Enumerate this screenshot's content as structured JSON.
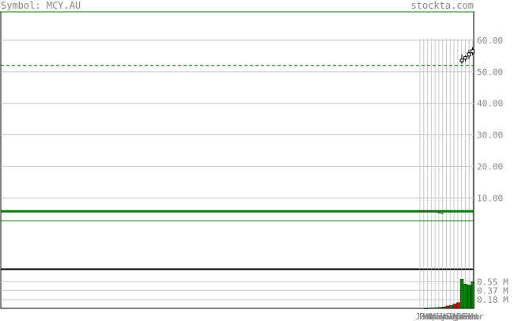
{
  "header": {
    "symbol_text": "Symbol: MCY.AU",
    "site_text": "stockta.com"
  },
  "colors": {
    "frame": "#000000",
    "grid": "#c8c8c8",
    "dashed_line": "#006600",
    "price_band": "#008000",
    "volume_up": "#008000",
    "volume_down": "#cc0000",
    "label": "#888888"
  },
  "chart_data": [
    {
      "type": "candlestick",
      "title": "",
      "y_ticks": [
        10,
        20,
        30,
        40,
        50,
        60
      ],
      "y_tick_labels": [
        "10.00",
        "20.00",
        "30.00",
        "40.00",
        "50.00",
        "60.00"
      ],
      "ylim": [
        -12.5,
        69
      ],
      "x_labels": [
        "Jan",
        "Feb",
        "Mar",
        "Apr",
        "May",
        "Jun",
        "Jul",
        "Aug",
        "Sep",
        "Oct",
        "Nov",
        "Dec",
        "Jan",
        "Feb",
        "Mar"
      ],
      "reference_line": 52,
      "flat_band": {
        "level": 5.75,
        "start": 0,
        "end": 6,
        "values": [
          5.8,
          5.8,
          5.8,
          5.8,
          5.6,
          5.2,
          5.0
        ]
      },
      "candles": [
        {
          "open": 53.2,
          "high": 55.5,
          "low": 52.5,
          "close": 54.0
        },
        {
          "open": 54.0,
          "high": 55.2,
          "low": 53.2,
          "close": 54.8
        },
        {
          "open": 55.0,
          "high": 57.0,
          "low": 54.0,
          "close": 56.0
        },
        {
          "open": 56.0,
          "high": 57.8,
          "low": 55.2,
          "close": 57.0
        }
      ]
    },
    {
      "type": "bar",
      "title": "",
      "y_ticks": [
        0.18,
        0.37,
        0.55
      ],
      "y_tick_labels": [
        "0.18 M",
        "0.37 M",
        "0.55 M"
      ],
      "ylim": [
        0,
        0.8
      ],
      "values": [
        0.005,
        0.008,
        0.012,
        0.015,
        0.02,
        0.03,
        0.05,
        0.06,
        0.09,
        0.12,
        0.6,
        0.5,
        0.48,
        0.55
      ],
      "colors": [
        "up",
        "up",
        "up",
        "up",
        "up",
        "up",
        "down",
        "up",
        "down",
        "down",
        "up",
        "up",
        "up",
        "up"
      ]
    }
  ]
}
